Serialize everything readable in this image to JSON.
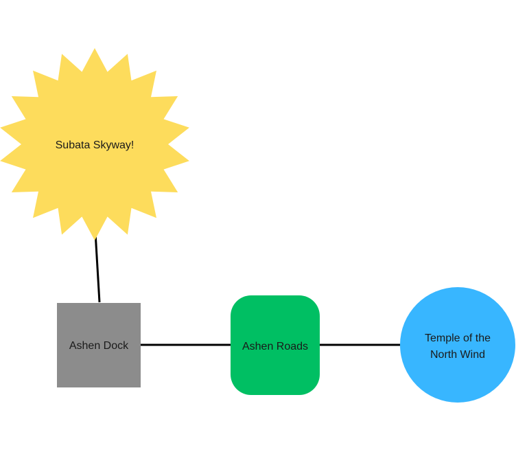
{
  "diagram": {
    "nodes": [
      {
        "id": "subata",
        "label": "Subata Skyway!",
        "shape": "starburst",
        "color": "#FDDC5C"
      },
      {
        "id": "dock",
        "label": "Ashen Dock",
        "shape": "square",
        "color": "#8C8C8C"
      },
      {
        "id": "roads",
        "label": "Ashen Roads",
        "shape": "rounded-rect",
        "color": "#00BF63"
      },
      {
        "id": "temple",
        "label_lines": [
          "Temple of the",
          "North Wind"
        ],
        "shape": "circle",
        "color": "#38B6FF"
      }
    ],
    "edges": [
      {
        "from": "subata",
        "to": "dock"
      },
      {
        "from": "dock",
        "to": "roads"
      },
      {
        "from": "roads",
        "to": "temple"
      }
    ],
    "edge_color": "#000000"
  }
}
